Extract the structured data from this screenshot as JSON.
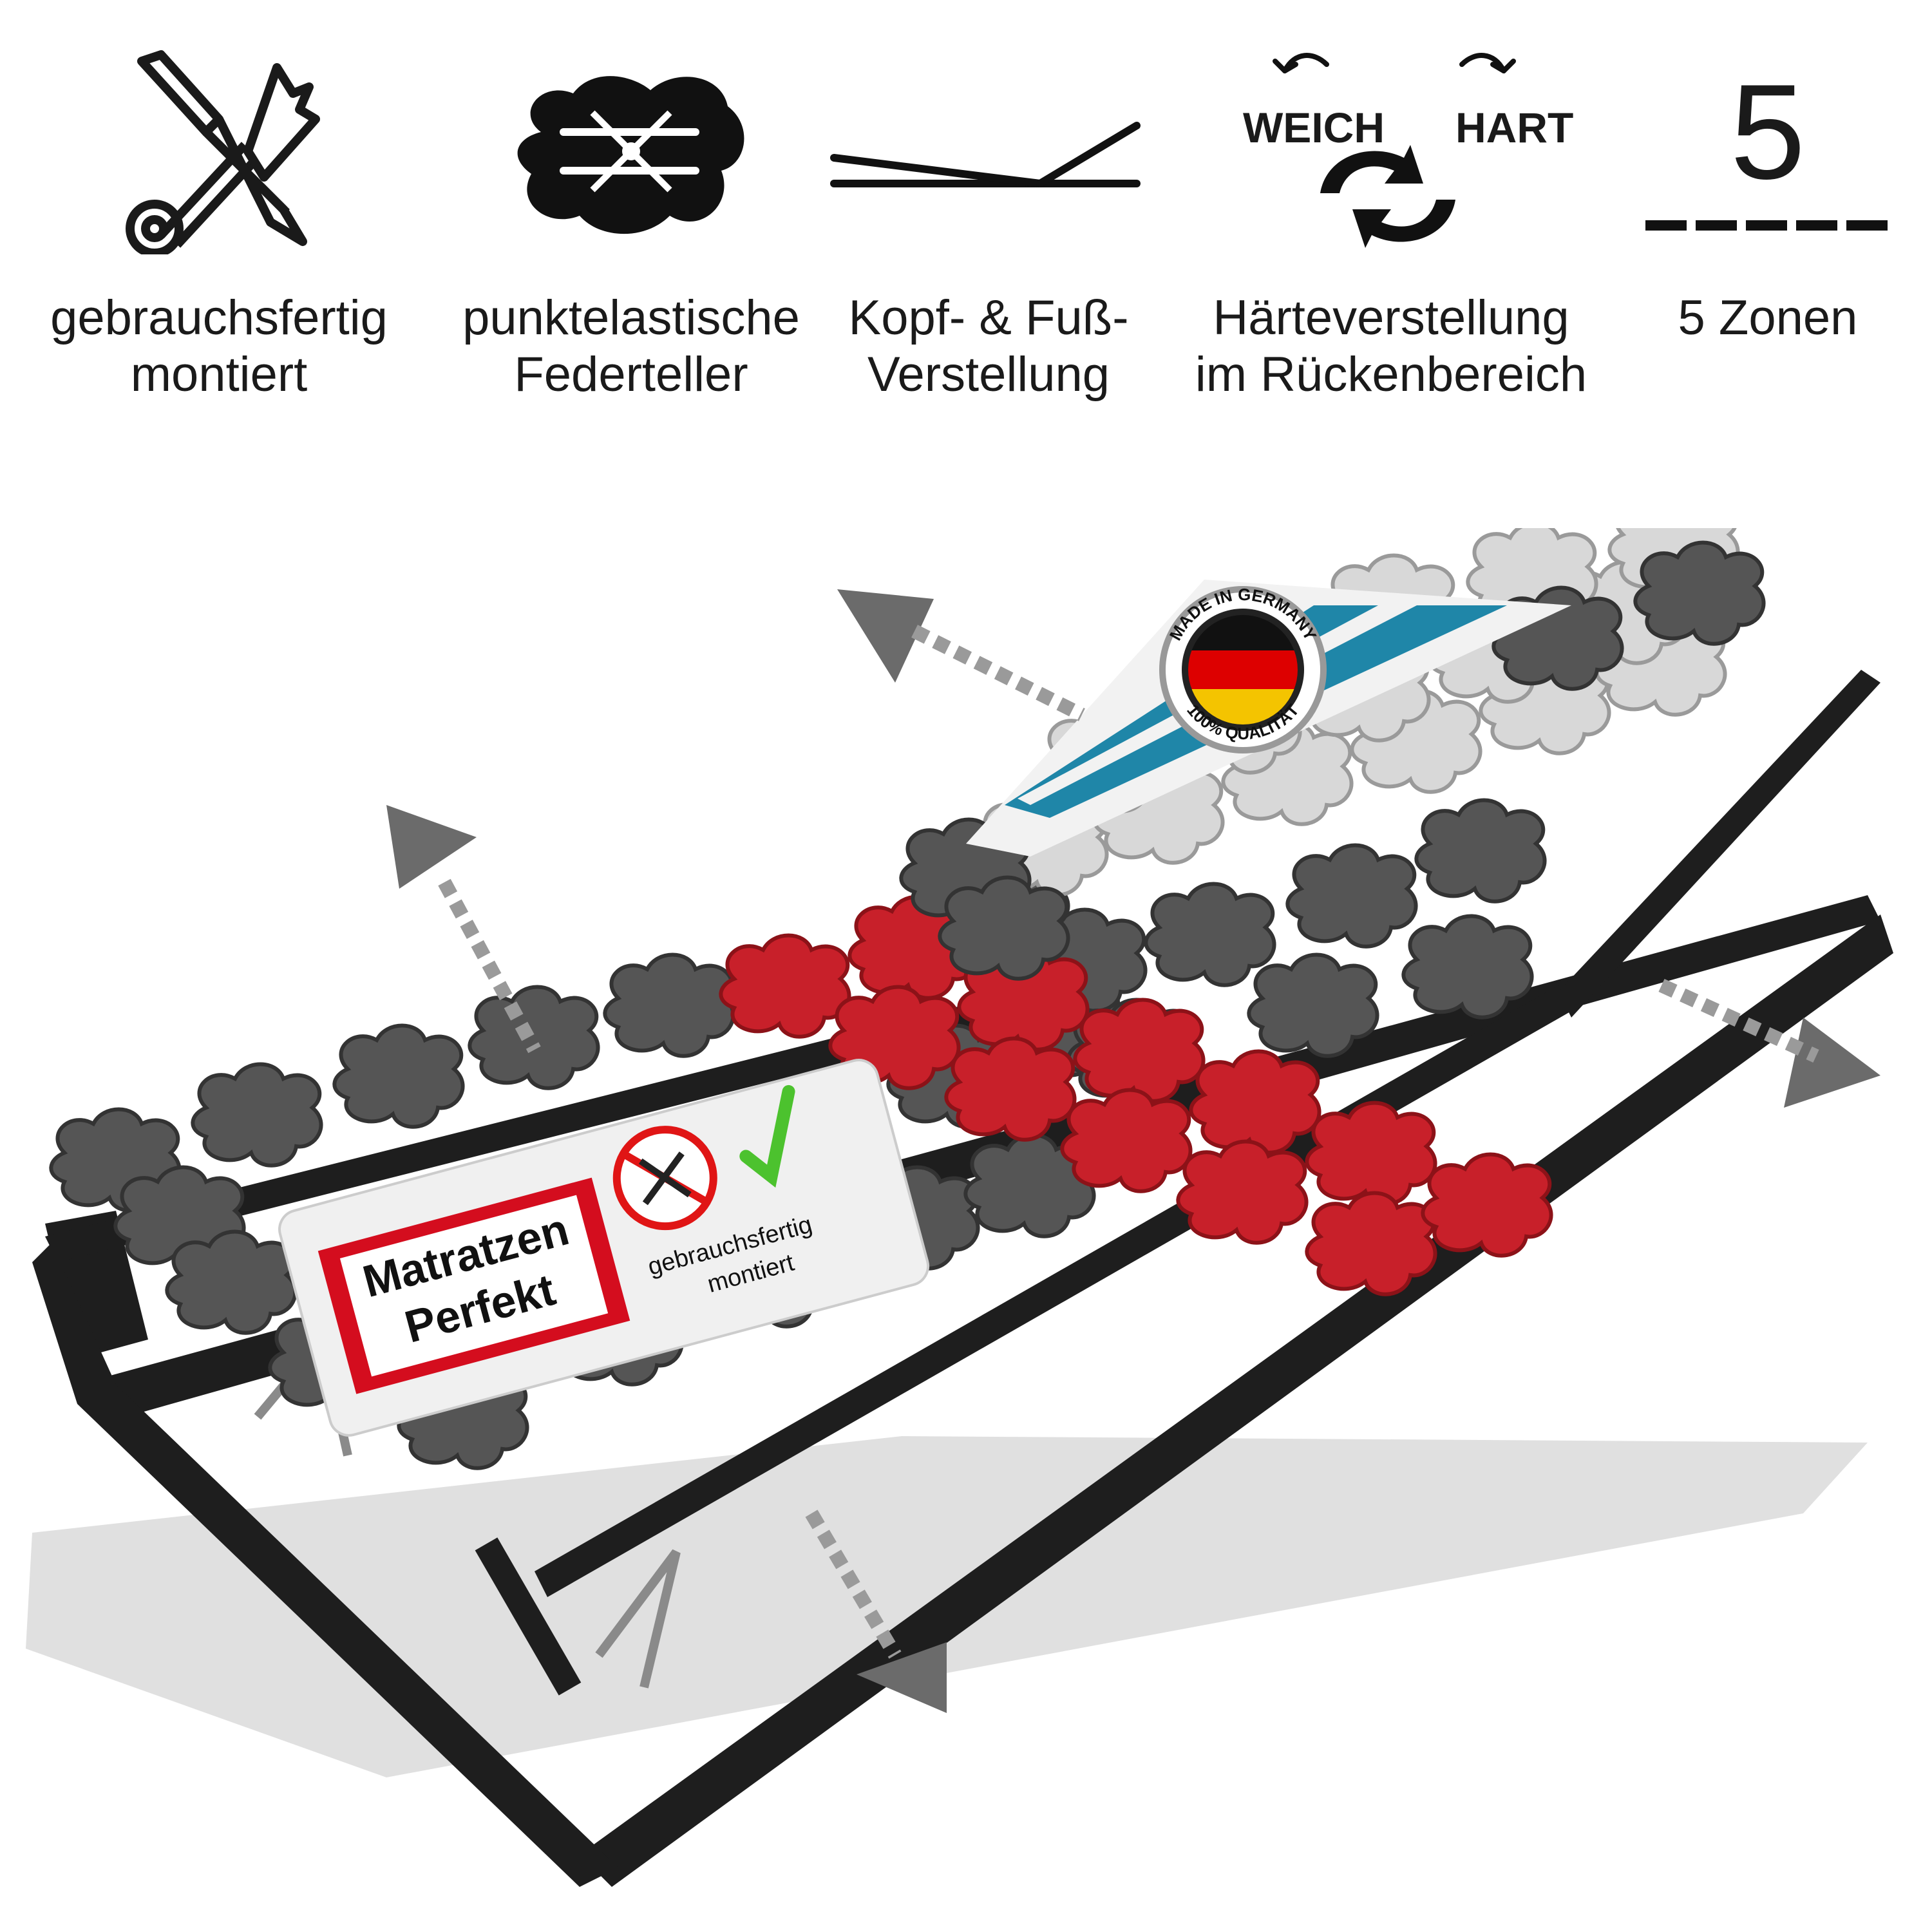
{
  "features": [
    {
      "icon": "tools-icon",
      "line1": "gebrauchsfertig",
      "line2": "montiert"
    },
    {
      "icon": "spring-plate-icon",
      "line1": "punktelastische",
      "line2": "Federteller"
    },
    {
      "icon": "head-foot-adjust-icon",
      "line1": "Kopf- & Fuß-",
      "line2": "Verstellung"
    },
    {
      "icon": "firmness-switch-icon",
      "line1": "Härteverstellung",
      "line2": "im Rückenbereich",
      "soft_label": "WEICH",
      "hard_label": "HART"
    },
    {
      "icon": "zones-icon",
      "number": "5",
      "line1": "5 Zonen"
    }
  ],
  "product": {
    "logo_line1": "Matratzen",
    "logo_line2": "Perfekt",
    "card_text_line1": "gebrauchsfertig",
    "card_text_line2": "montiert",
    "seal_top": "MADE IN GERMANY",
    "seal_bottom": "100% QUALITÄT"
  },
  "colors": {
    "frame": "#1e1e1e",
    "plate_dark": "#555555",
    "plate_light": "#d8d8d8",
    "plate_red": "#c8202a",
    "accent_blue": "#1f86a8",
    "arrow_gray": "#6b6b6b"
  }
}
